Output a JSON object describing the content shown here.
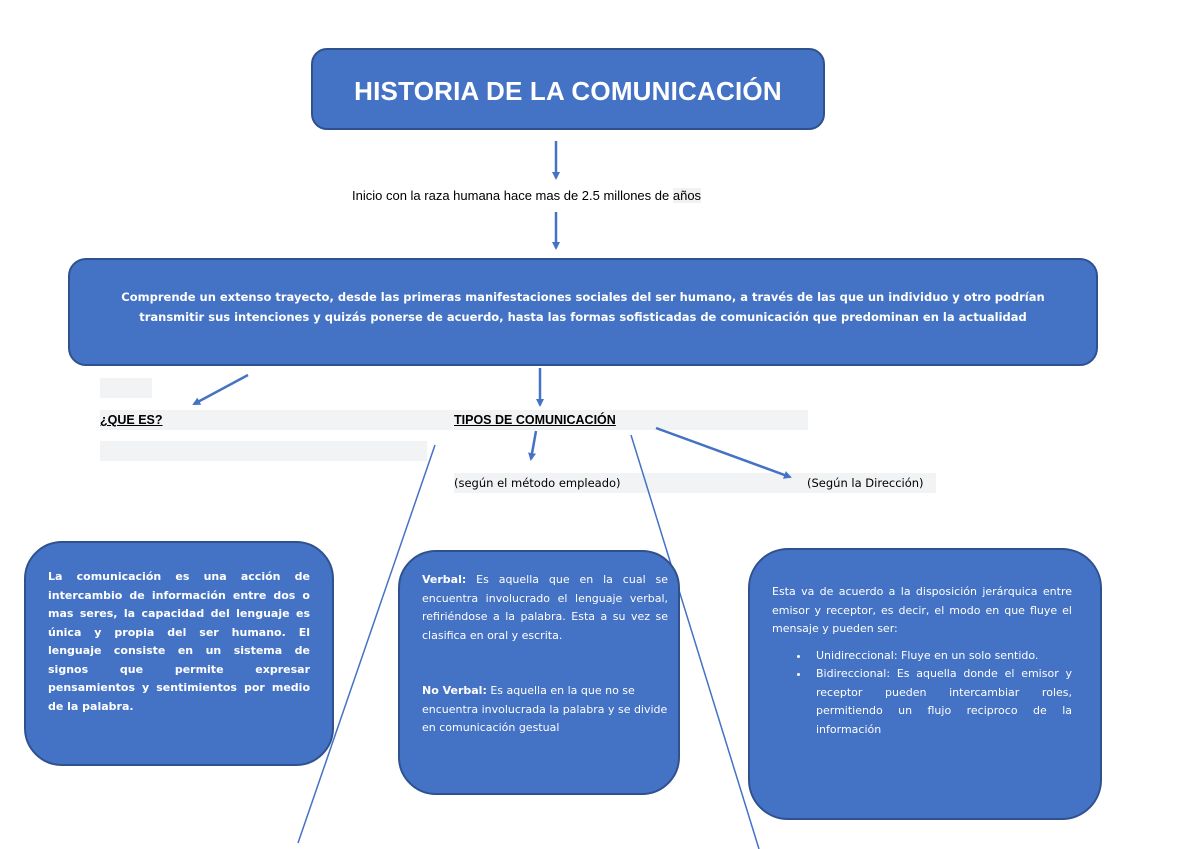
{
  "title": "HISTORIA DE LA COMUNICACIÓN",
  "origin": {
    "text": "Inicio con la raza humana hace mas de 2.5 millones de ",
    "highlighted_word": "años"
  },
  "summary": "Comprende un extenso trayecto, desde las primeras manifestaciones sociales del ser humano, a través de las que un individuo y otro podrían transmitir sus intenciones y quizás ponerse de acuerdo, hasta las formas sofisticadas de comunicación que predominan en la actualidad",
  "branches": {
    "que_es": {
      "heading": "¿QUE ES?",
      "body": "La comunicación es una acción de intercambio de información entre dos o mas seres, la capacidad del lenguaje es única y propia del ser humano. El lenguaje consiste en un sistema de signos que permite expresar pensamientos y sentimientos por medio de la palabra."
    },
    "tipos": {
      "heading": "TIPOS DE COMUNICACIÓN",
      "por_metodo": {
        "label": "(según el método empleado)",
        "verbal_term": "Verbal:",
        "verbal_text": " Es aquella que en la cual se encuentra involucrado el lenguaje verbal, refiriéndose a la palabra. Esta a su vez se clasifica en oral y escrita.",
        "no_verbal_term": "No Verbal:",
        "no_verbal_text": " Es aquella en la que no se encuentra involucrada la palabra y se divide en comunicación gestual"
      },
      "por_direccion": {
        "label": "(Según la Dirección)",
        "intro": "Esta va de acuerdo a la disposición jerárquica entre emisor y receptor, es decir, el modo en que fluye el mensaje y pueden ser:",
        "items": [
          "Unidireccional: Fluye en un solo sentido.",
          "Bidireccional: Es aquella donde el emisor y receptor pueden intercambiar roles, permitiendo un flujo reciproco de la información"
        ]
      }
    }
  },
  "colors": {
    "node_fill": "#4472c4",
    "node_border": "#2f528f",
    "connector": "#4472c4",
    "highlight": "#f2f3f5"
  }
}
